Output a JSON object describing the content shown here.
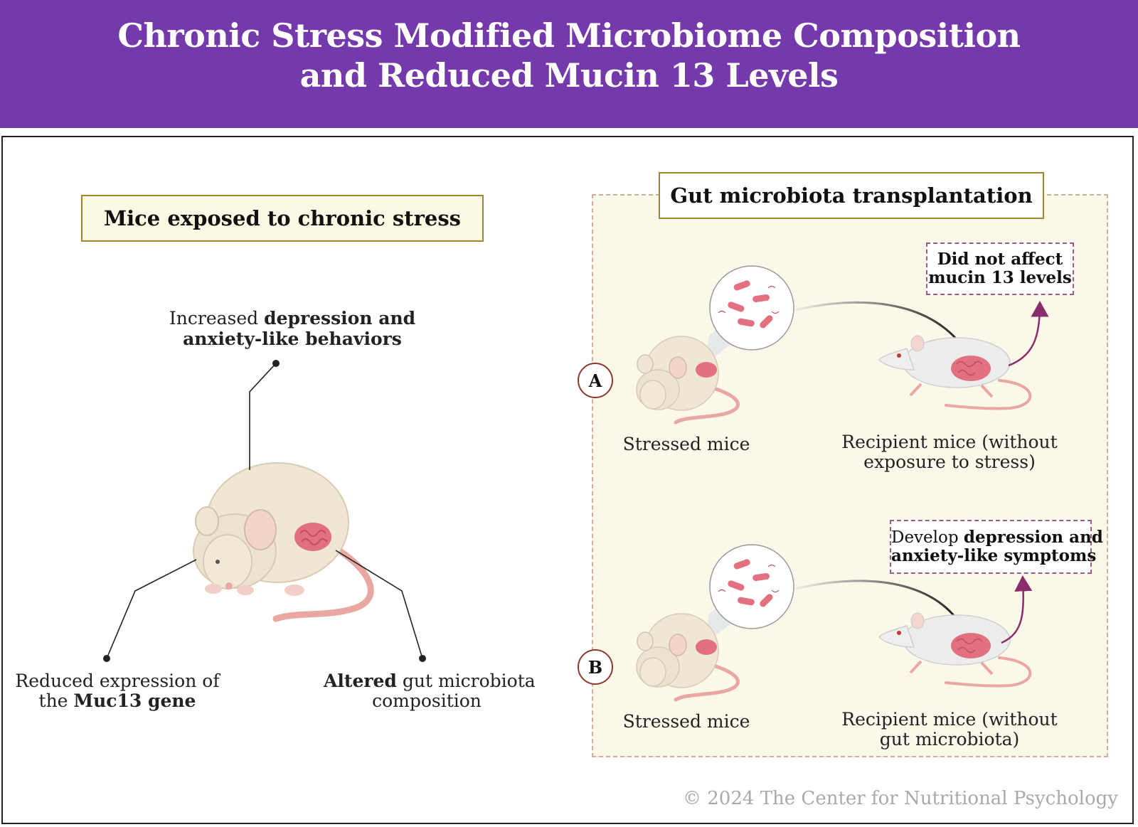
{
  "header": {
    "title_line1": "Chronic Stress Modified Microbiome Composition",
    "title_line2": "and Reduced Mucin 13 Levels"
  },
  "left": {
    "box_label": "Mice exposed to chronic stress",
    "top_note": {
      "plain": "Increased ",
      "bold1": "depression and",
      "bold2": "anxiety-like behaviors"
    },
    "left_note": {
      "line1": "Reduced expression of",
      "line2_plain": "the ",
      "line2_bold": "Muc13 gene"
    },
    "right_note": {
      "bold": "Altered",
      "plain1": " gut microbiota",
      "line2": "composition"
    }
  },
  "right": {
    "box_label": "Gut microbiota transplantation",
    "row_a": {
      "marker": "A",
      "donor_label": "Stressed mice",
      "recipient_line1": "Recipient mice (without",
      "recipient_line2": "exposure to stress)",
      "outcome_line1": "Did not affect",
      "outcome_line2": "mucin 13 levels"
    },
    "row_b": {
      "marker": "B",
      "donor_label": "Stressed mice",
      "recipient_line1": "Recipient mice (without",
      "recipient_line2": "gut microbiota)",
      "outcome_plain": "Develop ",
      "outcome_bold1": "depression and",
      "outcome_bold2": "anxiety-like symptoms"
    }
  },
  "footer": {
    "copyright": "© 2024 The Center for Nutritional Psychology"
  },
  "colors": {
    "header": "#7439ab",
    "panel": "#fbf8ea",
    "box_border": "#a0852b",
    "mouse": "#efe5d2",
    "gut": "#e3707e",
    "arrow": "#8a2d6b"
  }
}
